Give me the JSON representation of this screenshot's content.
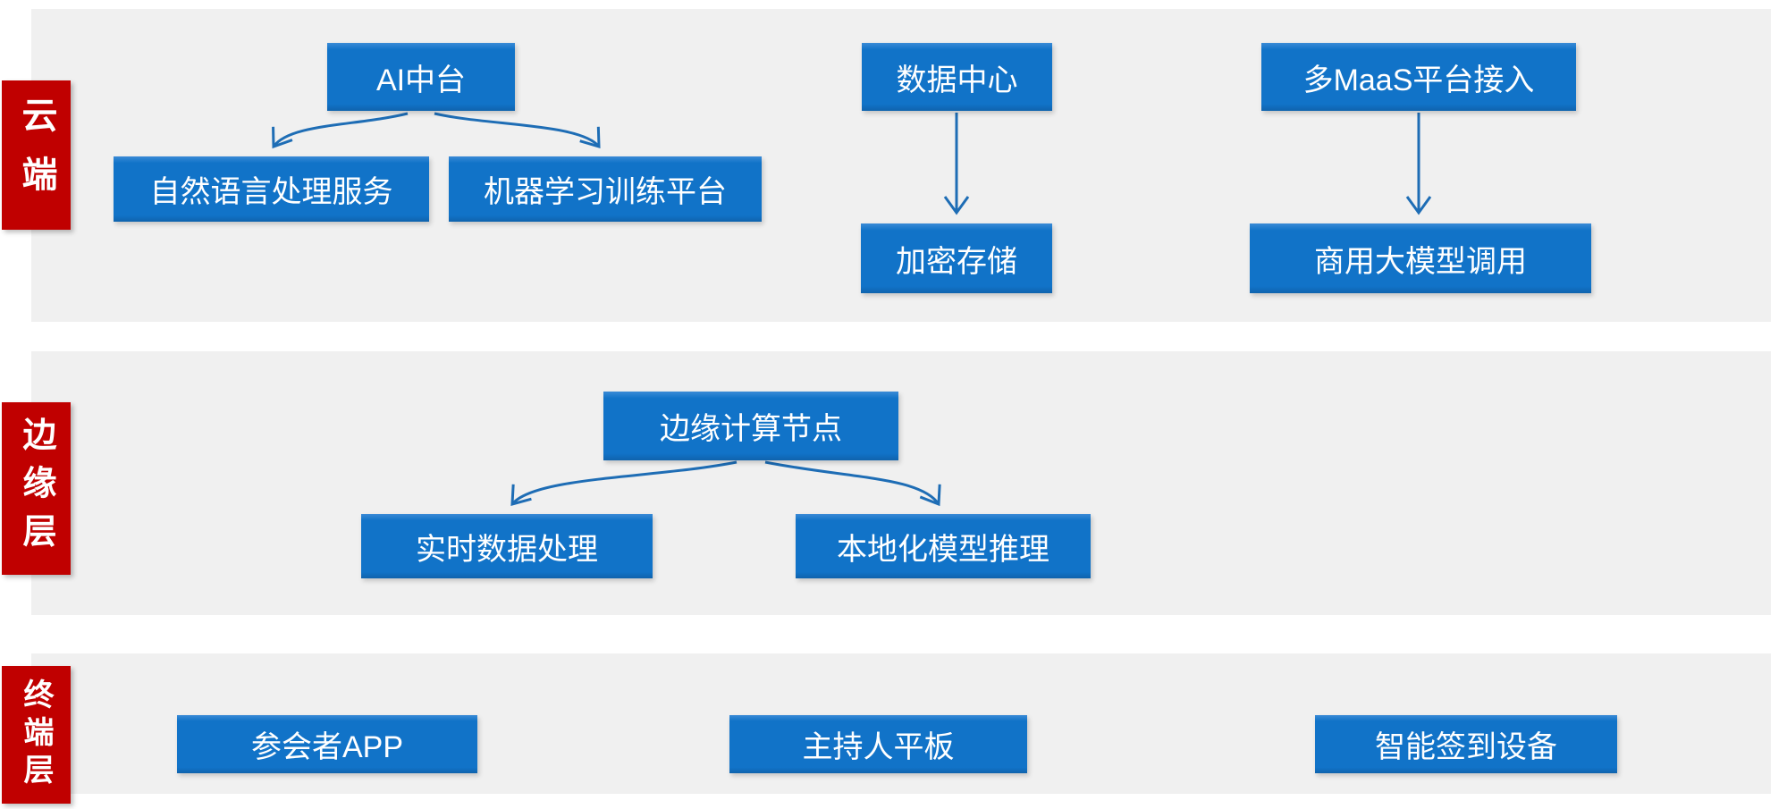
{
  "colors": {
    "node_blue": "#1173c8",
    "tab_red": "#c00000",
    "band_gray": "#f0f0f0",
    "arrow_blue": "#1e6db5",
    "text_white": "#ffffff"
  },
  "layers": {
    "cloud": {
      "label": "云端",
      "nodes": {
        "ai_platform": "AI中台",
        "nlp_service": "自然语言处理服务",
        "ml_training": "机器学习训练平台",
        "data_center": "数据中心",
        "encrypted_storage": "加密存储",
        "maas_access": "多MaaS平台接入",
        "commercial_llm": "商用大模型调用"
      }
    },
    "edge": {
      "label": "边缘层",
      "nodes": {
        "edge_node": "边缘计算节点",
        "realtime_processing": "实时数据处理",
        "local_inference": "本地化模型推理"
      }
    },
    "terminal": {
      "label": "终端层",
      "nodes": {
        "attendee_app": "参会者APP",
        "host_tablet": "主持人平板",
        "smart_checkin": "智能签到设备"
      }
    }
  },
  "connections": [
    {
      "from": "AI中台",
      "to": "自然语言处理服务",
      "style": "curved"
    },
    {
      "from": "AI中台",
      "to": "机器学习训练平台",
      "style": "curved"
    },
    {
      "from": "数据中心",
      "to": "加密存储",
      "style": "straight"
    },
    {
      "from": "多MaaS平台接入",
      "to": "商用大模型调用",
      "style": "straight"
    },
    {
      "from": "边缘计算节点",
      "to": "实时数据处理",
      "style": "curved"
    },
    {
      "from": "边缘计算节点",
      "to": "本地化模型推理",
      "style": "curved"
    }
  ]
}
